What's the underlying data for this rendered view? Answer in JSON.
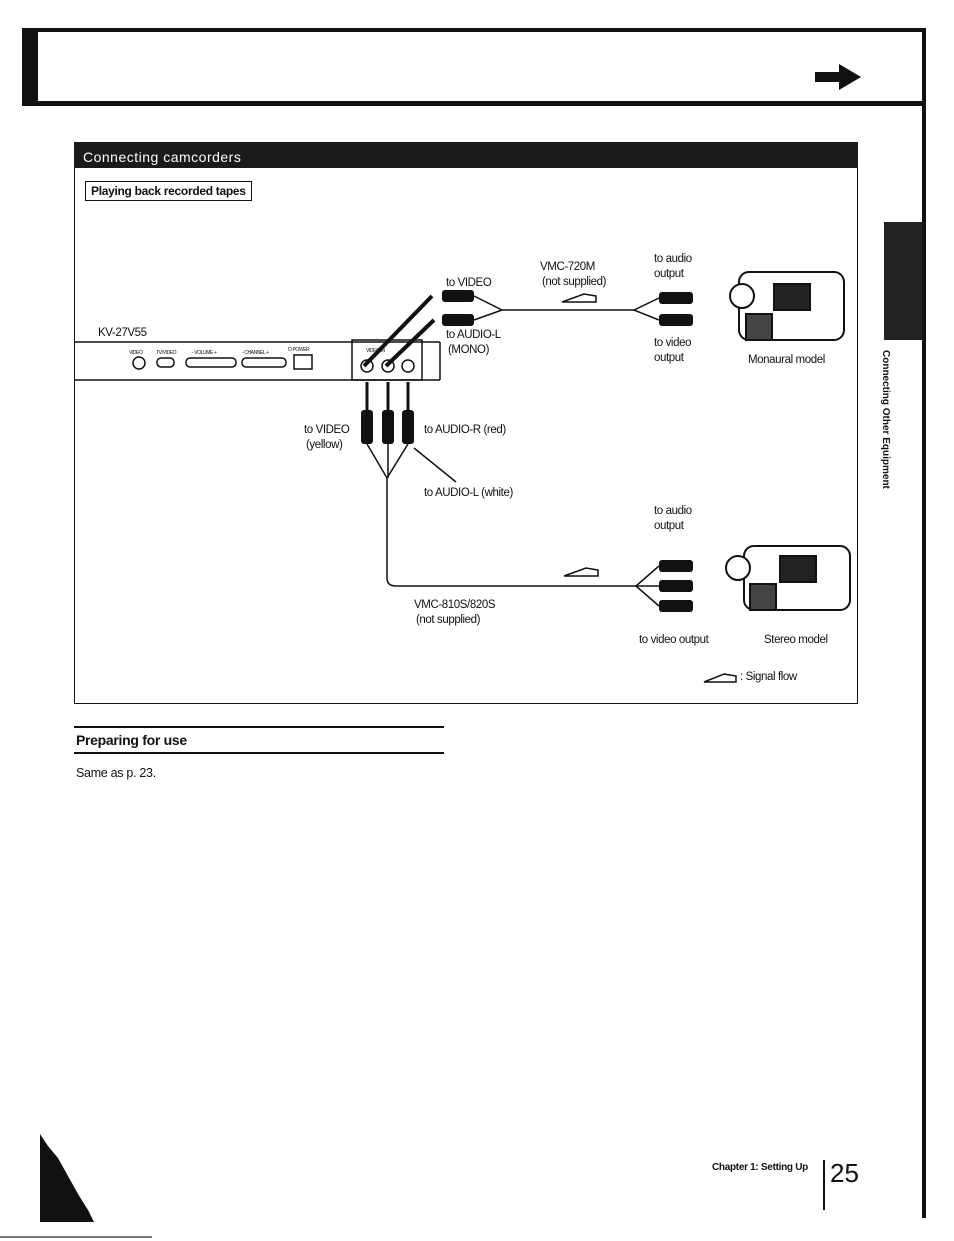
{
  "section": {
    "title": "Connecting camcorders",
    "subsection": "Playing back recorded tapes"
  },
  "diagram": {
    "tv_model": "KV-27V55",
    "tv_panel": {
      "video": "VIDEO",
      "tv_video": "TV/VIDEO",
      "volume": "- VOLUME +",
      "channel": "- CHANNEL +",
      "power": "O POWER",
      "inputs": "VIDEO IN"
    },
    "mono": {
      "cable": "VMC-720M",
      "cable_note": "(not supplied)",
      "to_video": "to VIDEO",
      "to_audio_l": "to AUDIO-L",
      "mono": "(MONO)",
      "to_audio_output_1": "to audio",
      "to_audio_output_2": "output",
      "to_video_output_1": "to video",
      "to_video_output_2": "output",
      "model": "Monaural model"
    },
    "stereo": {
      "to_video": "to VIDEO",
      "yellow": "(yellow)",
      "to_audio_r": "to AUDIO-R (red)",
      "to_audio_l": "to AUDIO-L (white)",
      "cable": "VMC-810S/820S",
      "cable_note": "(not supplied)",
      "to_audio_output_1": "to audio",
      "to_audio_output_2": "output",
      "to_video_output": "to video output",
      "model": "Stereo model"
    },
    "legend": ": Signal flow"
  },
  "preparing": {
    "title": "Preparing for use",
    "text": "Same as p. 23."
  },
  "side_tab": "Connecting Other Equipment",
  "footer": {
    "chapter": "Chapter 1: Setting Up",
    "page": "25"
  }
}
